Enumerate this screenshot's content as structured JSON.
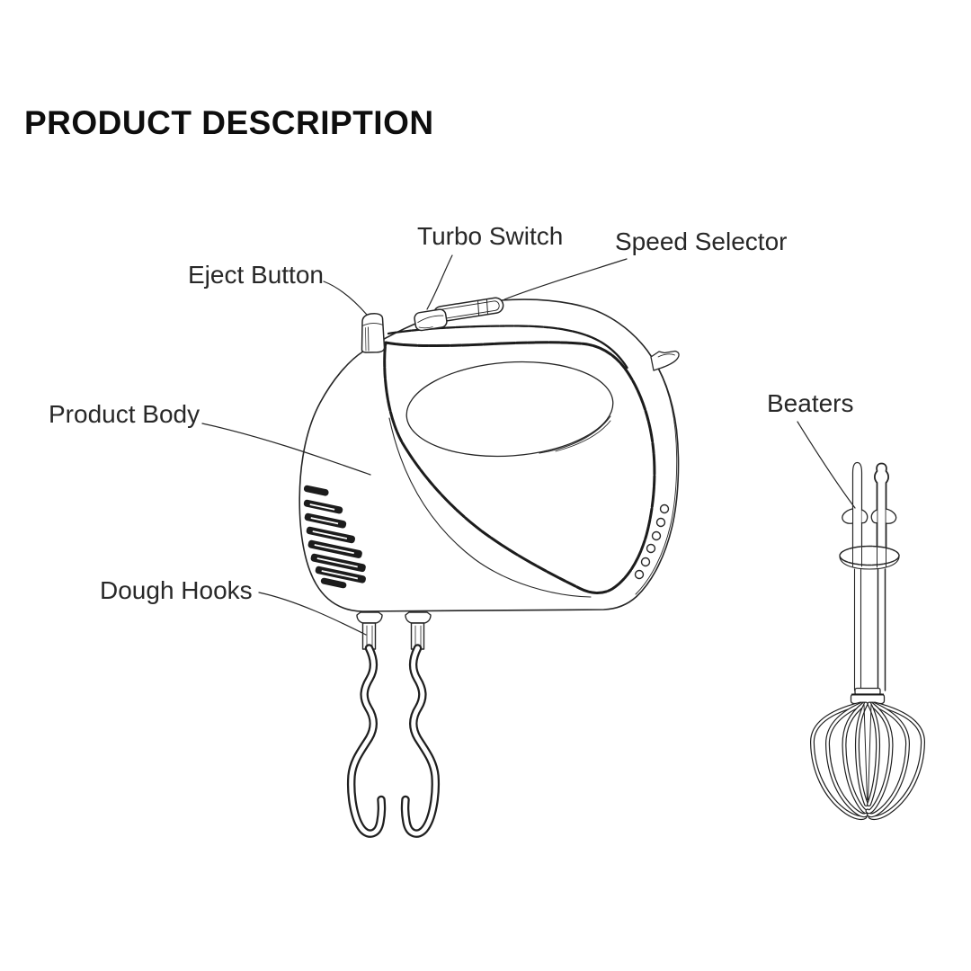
{
  "page_title": "PRODUCT DESCRIPTION",
  "callouts": {
    "turbo_switch": "Turbo Switch",
    "speed_selector": "Speed Selector",
    "eject_button": "Eject Button",
    "product_body": "Product Body",
    "dough_hooks": "Dough Hooks",
    "beaters": "Beaters"
  },
  "colors": {
    "background": "#ffffff",
    "ink": "#1c1c1c",
    "label_text": "#282828",
    "title_text": "#0e0e0e"
  }
}
